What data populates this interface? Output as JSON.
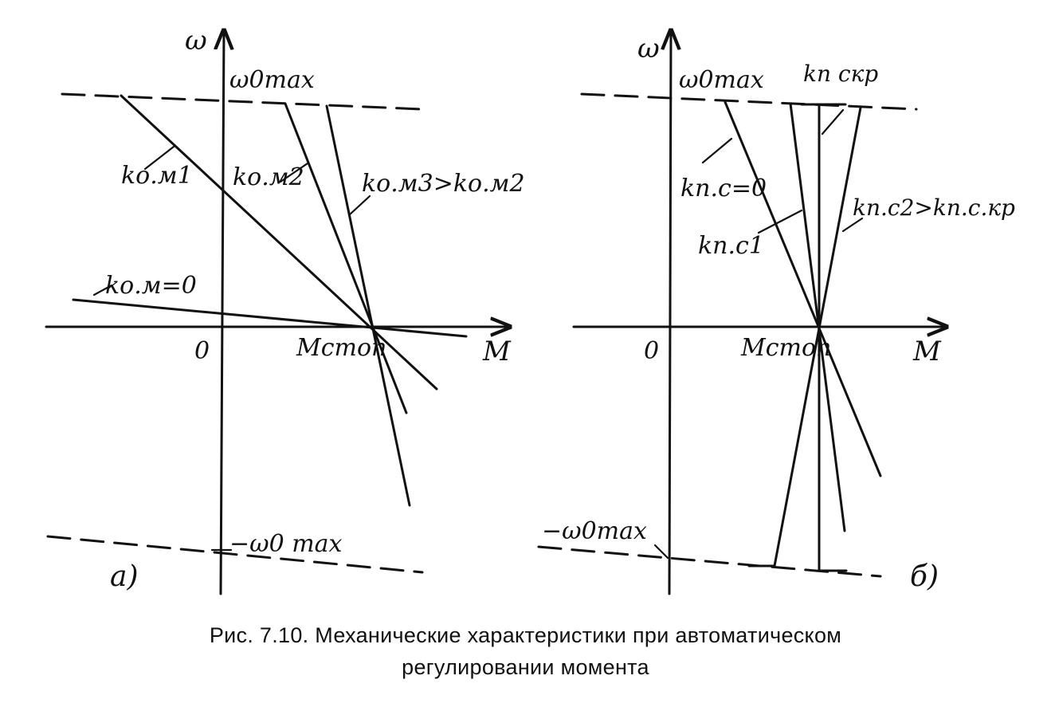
{
  "figure": {
    "caption_line1": "Рис. 7.10. Механические характеристики при автоматическом",
    "caption_line2": "регулировании момента"
  },
  "panel_a": {
    "y_axis": "ω",
    "x_axis": "M",
    "origin": "0",
    "omega_max": "ω0max",
    "neg_omega_max": "−ω0 max",
    "stop": "Mстоп",
    "k1": "kо.м1",
    "k2": "kо.м2",
    "k3": "kо.м3>kо.м2",
    "k0": "kо.м=0",
    "panel_label": "а)"
  },
  "panel_b": {
    "y_axis": "ω",
    "x_axis": "M",
    "origin": "0",
    "omega_max": "ω0max",
    "neg_omega_max": "−ω0max",
    "stop": "Mстоп",
    "k_cr": "kп скр",
    "k0": "kп.с=0",
    "k1": "kп.с1",
    "k2": "kп.с2>kп.с.кр",
    "panel_label": "б)"
  }
}
